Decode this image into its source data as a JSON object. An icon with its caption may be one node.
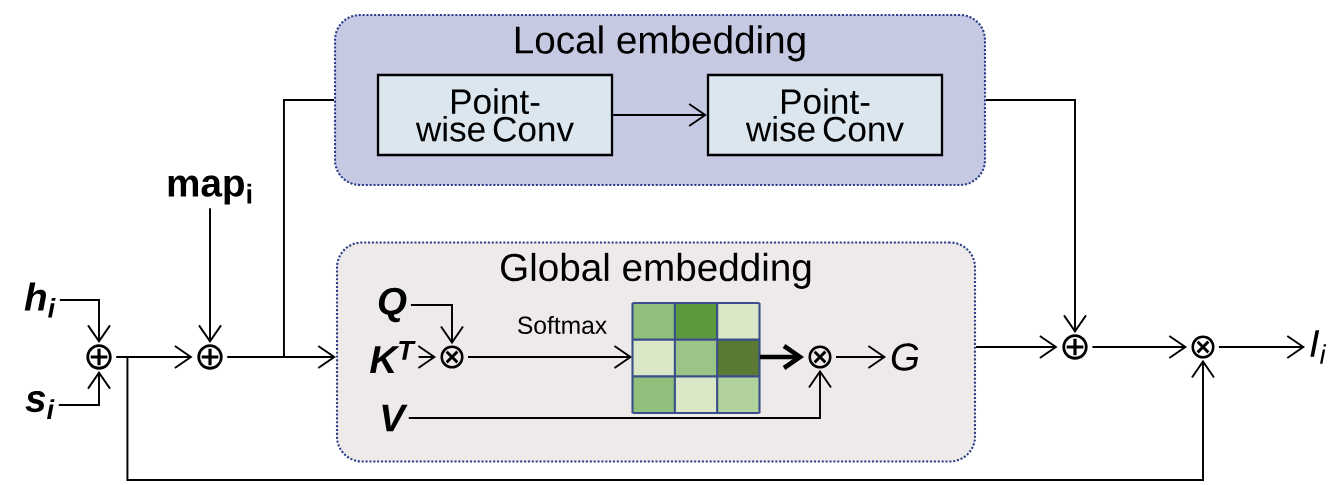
{
  "diagram": {
    "nodes": [
      {
        "text": [
          "Local embedding"
        ]
      },
      {
        "text": [
          "Point-wise Conv"
        ],
        "in": 0
      },
      {
        "text": [
          "Point-wise Conv"
        ],
        "in": 0
      },
      {
        "text": [
          "map$_{i}$"
        ]
      },
      {
        "text": [
          "h$_{i}$"
        ]
      },
      {
        "text": [
          "⊕"
        ]
      },
      {
        "text": [
          "⊕"
        ]
      },
      {
        "text": [
          "Global embedding"
        ]
      },
      {
        "text": [
          "Q"
        ],
        "in": 7
      },
      {
        "text": [
          "K$^{T}$"
        ],
        "in": 7
      },
      {
        "text": [
          "⊗"
        ],
        "in": 7
      },
      {
        "text": [],
        "shape": "picture",
        "in": 7
      },
      {
        "text": [
          "⊗"
        ],
        "in": 7
      },
      {
        "text": [
          "G"
        ],
        "in": 7
      },
      {
        "text": [
          "V"
        ],
        "in": 7
      },
      {
        "text": [
          "⊕"
        ]
      },
      {
        "text": [
          "⊗"
        ]
      },
      {
        "text": [
          "I$_{i}$"
        ]
      },
      {
        "text": [
          "s$_{i}$"
        ]
      }
    ],
    "edges": [
      {
        "from": 4,
        "to": 5,
        "arrow": "to"
      },
      {
        "from": 18,
        "to": 5,
        "arrow": "to"
      },
      {
        "from": 5,
        "to": 6,
        "arrow": "to"
      },
      {
        "from": 5,
        "to": 16,
        "arrow": "to"
      },
      {
        "from": 3,
        "to": 6,
        "arrow": "to"
      },
      {
        "from": 6,
        "to": 7,
        "arrow": "to"
      },
      {
        "from": 6,
        "to": 0,
        "arrow": "none"
      },
      {
        "from": 1,
        "to": 2,
        "arrow": "to"
      },
      {
        "from": 0,
        "to": 15,
        "arrow": "to"
      },
      {
        "from": 7,
        "to": 15,
        "arrow": "to"
      },
      {
        "from": 8,
        "to": 10,
        "arrow": "to",
        "label": "Softmax"
      },
      {
        "from": 9,
        "to": 10,
        "arrow": "to"
      },
      {
        "from": 10,
        "to": 11,
        "arrow": "to"
      },
      {
        "from": 11,
        "to": 12,
        "arrow": "to",
        "style": "thick"
      },
      {
        "from": 14,
        "to": 12,
        "arrow": "to"
      },
      {
        "from": 12,
        "to": 13,
        "arrow": "to"
      },
      {
        "from": 15,
        "to": 16,
        "arrow": "to"
      },
      {
        "from": 16,
        "to": 17,
        "arrow": "to"
      }
    ]
  }
}
